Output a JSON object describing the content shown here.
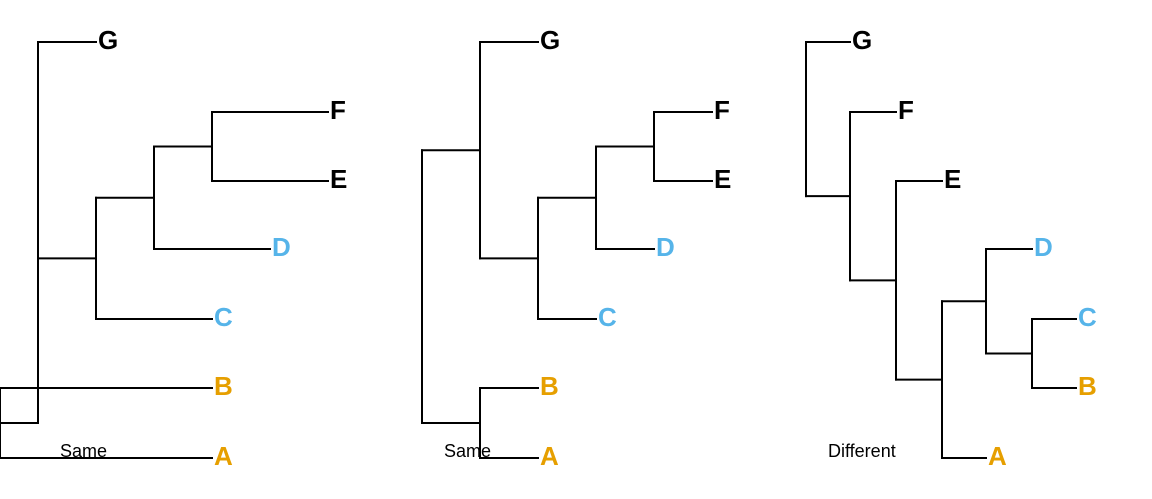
{
  "colors": {
    "black": "#000000",
    "blue": "#56b4e9",
    "orange": "#e69f00"
  },
  "trees": [
    {
      "name": "tree-1",
      "caption": "Same",
      "topology": [
        "G",
        [
          [
            [
              "F",
              "E"
            ],
            "D"
          ],
          "C"
        ],
        [
          "B",
          "A"
        ]
      ],
      "tips": [
        {
          "label": "G",
          "color": "black"
        },
        {
          "label": "F",
          "color": "black"
        },
        {
          "label": "E",
          "color": "black"
        },
        {
          "label": "D",
          "color": "blue"
        },
        {
          "label": "C",
          "color": "blue"
        },
        {
          "label": "B",
          "color": "orange"
        },
        {
          "label": "A",
          "color": "orange"
        }
      ]
    },
    {
      "name": "tree-2",
      "caption": "Same",
      "topology": [
        [
          "G",
          [
            [
              [
                "F",
                "E"
              ],
              "D"
            ],
            "C"
          ]
        ],
        [
          "B",
          "A"
        ]
      ],
      "tips": [
        {
          "label": "G",
          "color": "black"
        },
        {
          "label": "F",
          "color": "black"
        },
        {
          "label": "E",
          "color": "black"
        },
        {
          "label": "D",
          "color": "blue"
        },
        {
          "label": "C",
          "color": "blue"
        },
        {
          "label": "B",
          "color": "orange"
        },
        {
          "label": "A",
          "color": "orange"
        }
      ]
    },
    {
      "name": "tree-3",
      "caption": "Different",
      "topology": [
        "G",
        [
          "F",
          [
            "E",
            [
              [
                "D",
                [
                  "C",
                  "B"
                ]
              ],
              "A"
            ]
          ]
        ]
      ],
      "tips": [
        {
          "label": "G",
          "color": "black"
        },
        {
          "label": "F",
          "color": "black"
        },
        {
          "label": "E",
          "color": "black"
        },
        {
          "label": "D",
          "color": "blue"
        },
        {
          "label": "C",
          "color": "blue"
        },
        {
          "label": "B",
          "color": "orange"
        },
        {
          "label": "A",
          "color": "orange"
        }
      ]
    }
  ]
}
